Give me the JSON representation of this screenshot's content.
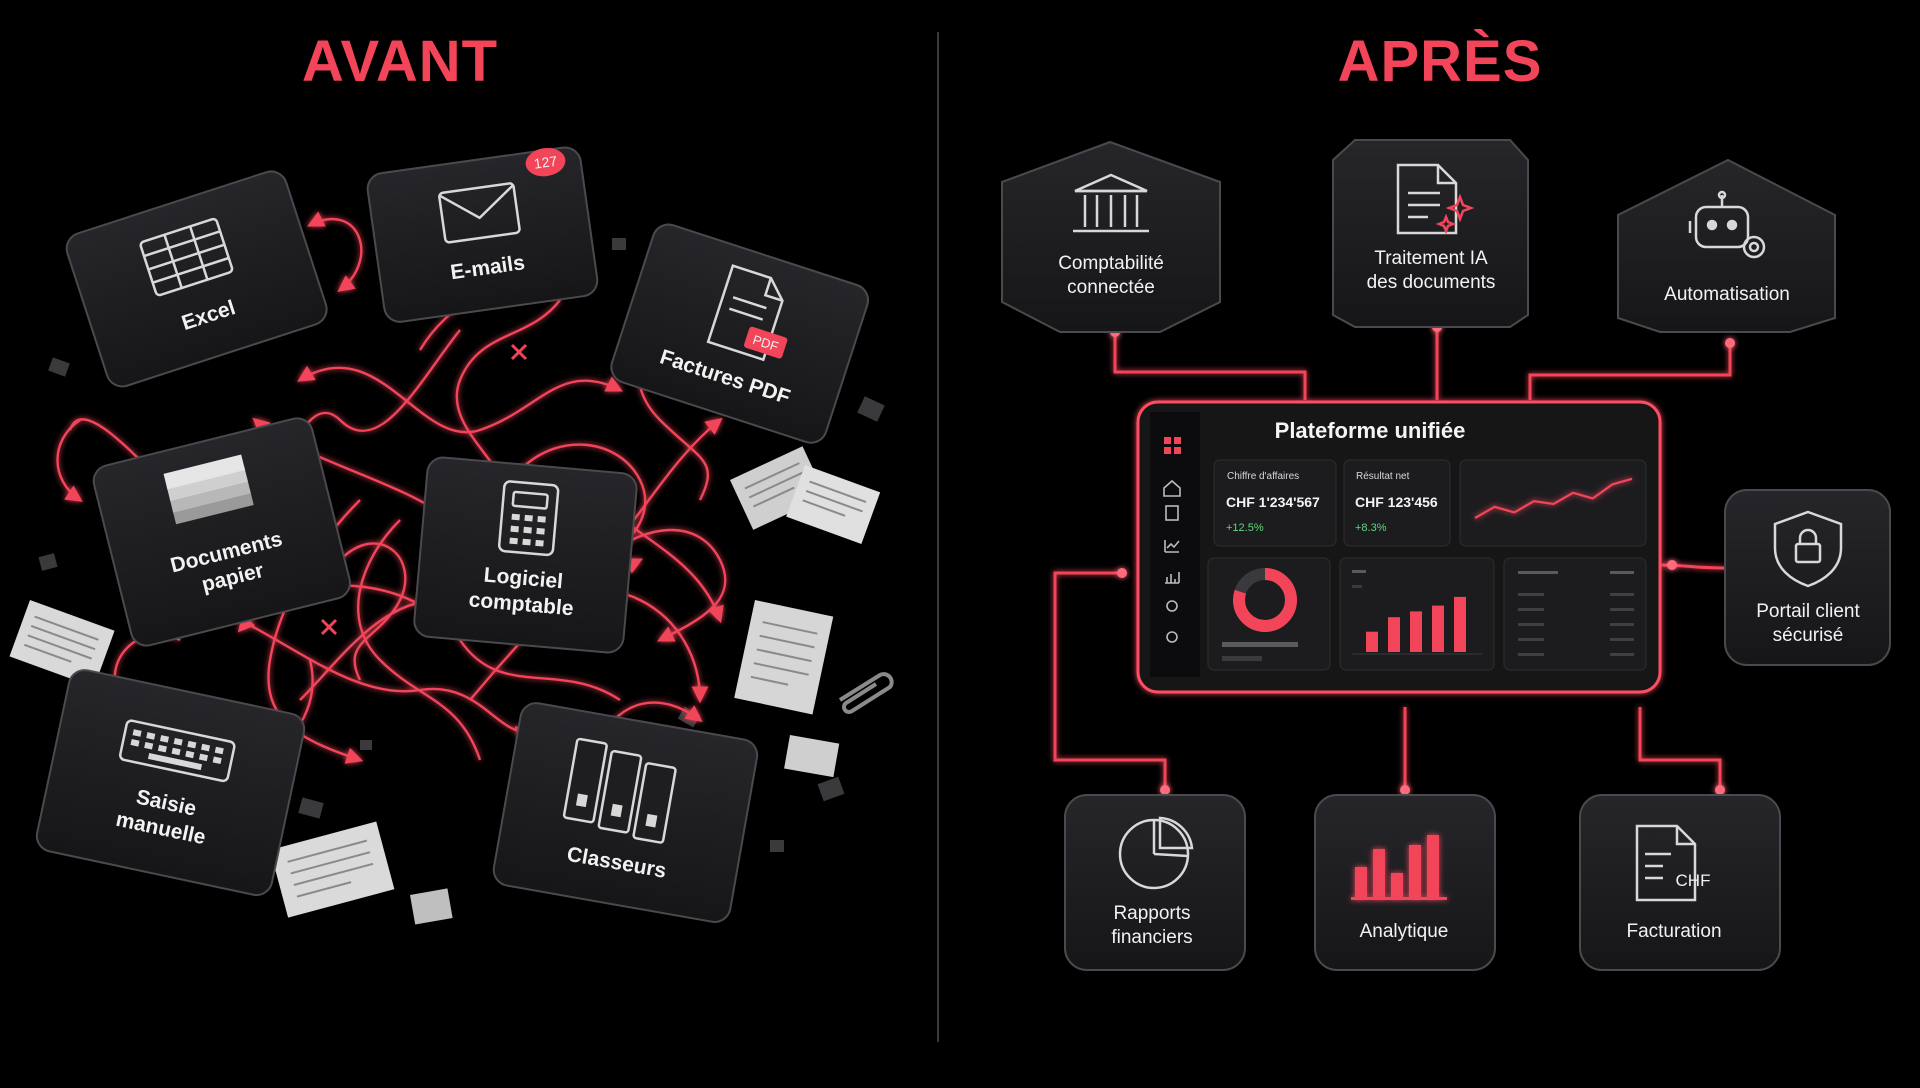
{
  "left": {
    "title": "AVANT",
    "cards": {
      "excel": "Excel",
      "emails": "E-mails",
      "emails_badge": "127",
      "factures": "Factures PDF",
      "factures_badge": "PDF",
      "documents_l1": "Documents",
      "documents_l2": "papier",
      "logiciel_l1": "Logiciel",
      "logiciel_l2": "comptable",
      "saisie_l1": "Saisie",
      "saisie_l2": "manuelle",
      "classeurs": "Classeurs"
    }
  },
  "right": {
    "title": "APRÈS",
    "nodes": {
      "comptabilite_l1": "Comptabilité",
      "comptabilite_l2": "connectée",
      "traitement_l1": "Traitement IA",
      "traitement_l2": "des documents",
      "automatisation": "Automatisation",
      "portail_l1": "Portail client",
      "portail_l2": "sécurisé",
      "rapports_l1": "Rapports",
      "rapports_l2": "financiers",
      "analytique": "Analytique",
      "facturation": "Facturation",
      "facturation_icon_text": "CHF"
    },
    "platform": {
      "title": "Plateforme unifiée",
      "kpi1_label": "Chiffre d'affaires",
      "kpi1_value": "CHF 1'234'567",
      "kpi1_change": "+12.5%",
      "kpi2_label": "Résultat net",
      "kpi2_value": "CHF 123'456",
      "kpi2_change": "+8.3%",
      "line_chart": [
        0.25,
        0.45,
        0.35,
        0.55,
        0.5,
        0.7,
        0.6,
        0.85,
        0.95
      ],
      "bar_chart": [
        0.35,
        0.6,
        0.7,
        0.8,
        0.95
      ],
      "donut_fraction": 0.8
    }
  },
  "colors": {
    "accent": "#f2455a",
    "card_fill": "#1e1e20",
    "card_stroke": "#4a4a4e",
    "green": "#5fd77a"
  }
}
